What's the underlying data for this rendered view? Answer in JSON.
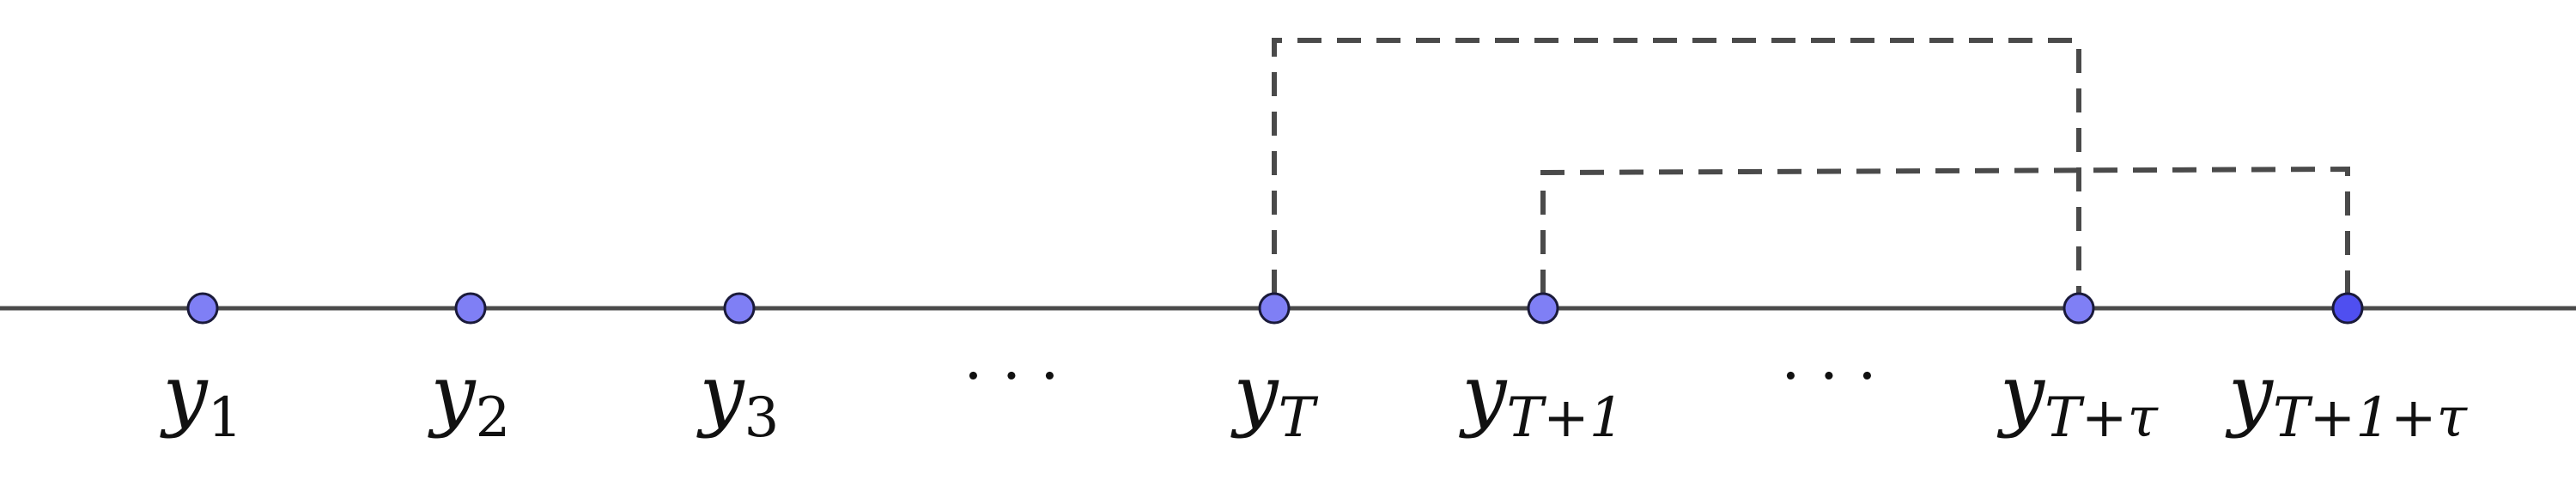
{
  "diagram": {
    "points": [
      {
        "id": "y1",
        "var": "y",
        "sub": "1",
        "color": "#7f7ff5"
      },
      {
        "id": "y2",
        "var": "y",
        "sub": "2",
        "color": "#7f7ff5"
      },
      {
        "id": "y3",
        "var": "y",
        "sub": "3",
        "color": "#7f7ff5"
      },
      {
        "id": "yT",
        "var": "y",
        "sub": "T",
        "color": "#7f7ff5"
      },
      {
        "id": "yT1",
        "var": "y",
        "sub": "T+1",
        "color": "#7f7ff5"
      },
      {
        "id": "yTtau",
        "var": "y",
        "sub": "T+τ",
        "color": "#7f7ff5"
      },
      {
        "id": "yT1tau",
        "var": "y",
        "sub": "T+1+τ",
        "color": "#4f4ff0"
      }
    ],
    "ellipses": [
      "· · ·",
      "· · ·"
    ],
    "connections": [
      {
        "from": "yT",
        "to": "yTtau"
      },
      {
        "from": "yT1",
        "to": "yT1tau"
      }
    ],
    "colors": {
      "axis": "#4a4a4a",
      "connector": "#4a4a4a"
    }
  }
}
